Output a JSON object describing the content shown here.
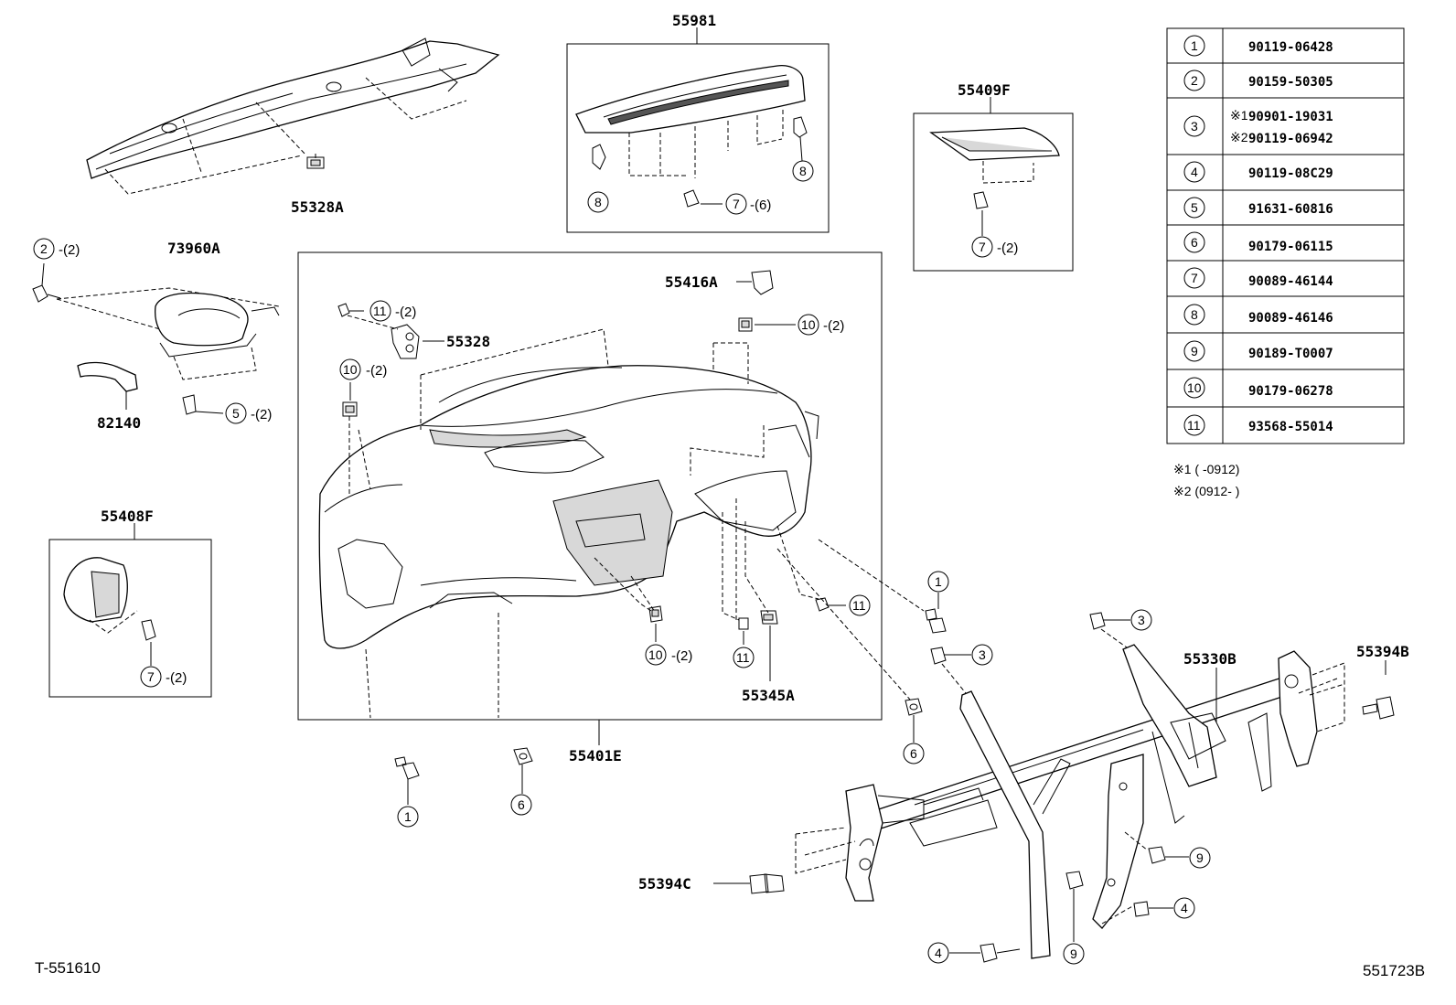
{
  "labels": {
    "p55981": "55981",
    "p55409F": "55409F",
    "p55328A": "55328A",
    "p73960A": "73960A",
    "p82140": "82140",
    "p55416A": "55416A",
    "p55328": "55328",
    "p55408F": "55408F",
    "p55345A": "55345A",
    "p55401E": "55401E",
    "p55330B": "55330B",
    "p55394B": "55394B",
    "p55394C": "55394C"
  },
  "qty": {
    "x2": "-(2)",
    "x6": "-(6)"
  },
  "table": {
    "rows": [
      {
        "num": "1",
        "part": "90119-06428"
      },
      {
        "num": "2",
        "part": "90159-50305"
      },
      {
        "num": "3",
        "part_a_mark": "※1",
        "part_a": "90901-19031",
        "part_b_mark": "※2",
        "part_b": "90119-06942"
      },
      {
        "num": "4",
        "part": "90119-08C29"
      },
      {
        "num": "5",
        "part": "91631-60816"
      },
      {
        "num": "6",
        "part": "90179-06115"
      },
      {
        "num": "7",
        "part": "90089-46144"
      },
      {
        "num": "8",
        "part": "90089-46146"
      },
      {
        "num": "9",
        "part": "90189-T0007"
      },
      {
        "num": "10",
        "part": "90179-06278"
      },
      {
        "num": "11",
        "part": "93568-55014"
      }
    ]
  },
  "notes": {
    "n1": "※1 (    -0912)",
    "n2": "※2 (0912-    )"
  },
  "footer": {
    "left": "T-551610",
    "right": "551723B"
  },
  "callouts": {
    "c1": "1",
    "c2": "2",
    "c3": "3",
    "c4": "4",
    "c5": "5",
    "c6": "6",
    "c7": "7",
    "c8": "8",
    "c9": "9",
    "c10": "10",
    "c11": "11"
  }
}
